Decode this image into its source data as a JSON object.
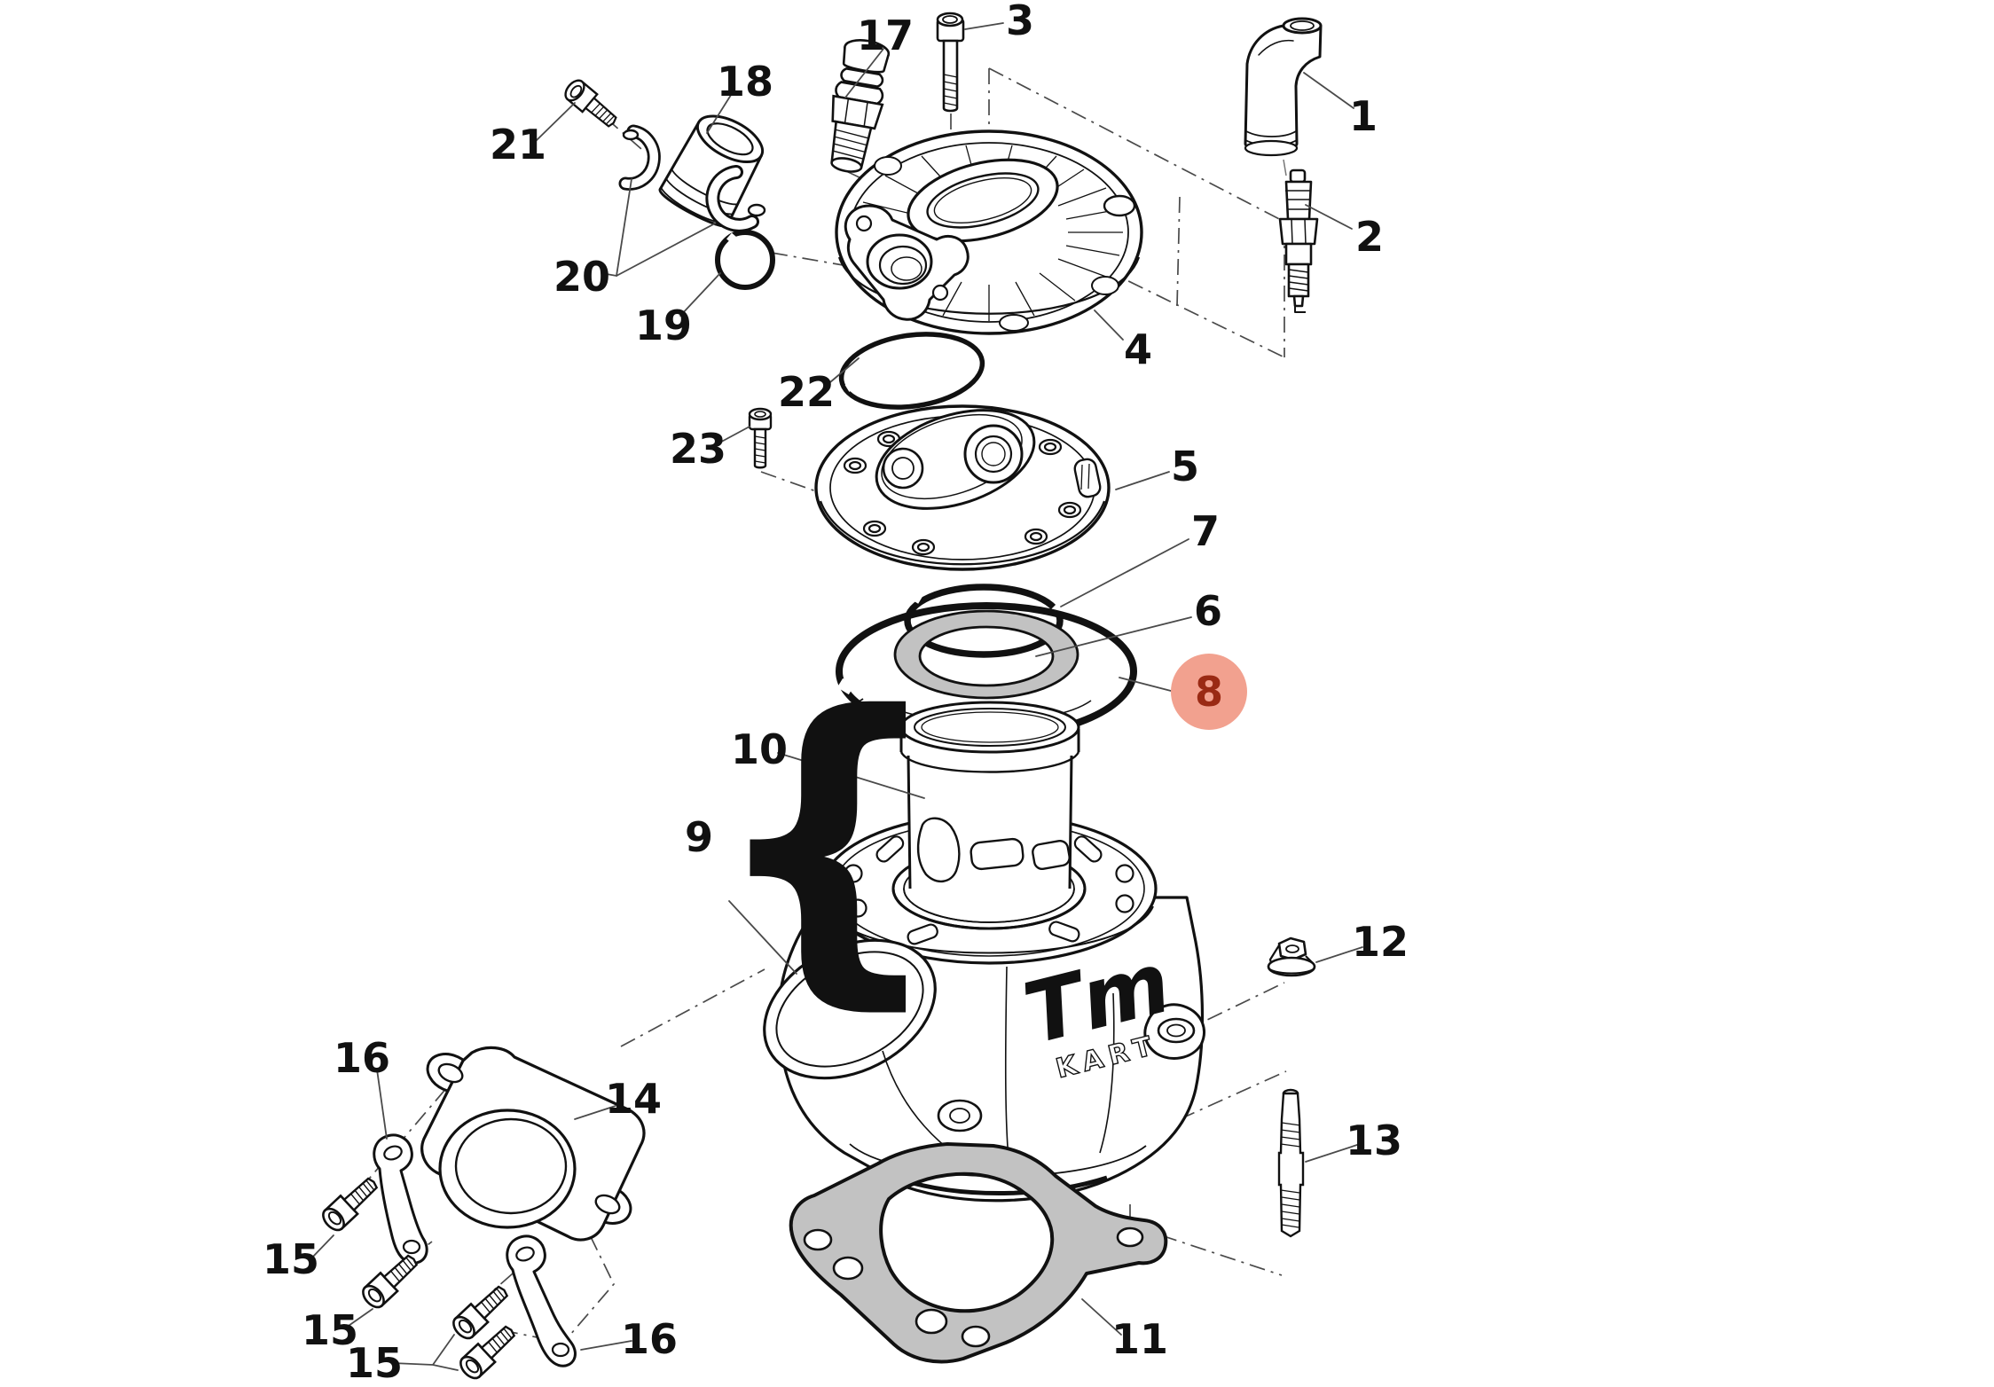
{
  "figure": {
    "type": "exploded-parts-diagram",
    "subject": "kart engine cylinder and head assembly"
  },
  "colors": {
    "line": "#111111",
    "leader": "#4a4a4a",
    "gasket_gray": "#c2c2c2",
    "highlight_bg": "#f2a18f",
    "highlight_text": "#9a2a14",
    "label_text": "#111111"
  },
  "brand": {
    "logo": "Tm",
    "sub": "KART"
  },
  "brace": "{",
  "highlight": {
    "label": "8"
  },
  "labels": [
    {
      "text": "1",
      "part": "spark-plug-cap"
    },
    {
      "text": "2",
      "part": "spark-plug"
    },
    {
      "text": "3",
      "part": "head-cover-bolt"
    },
    {
      "text": "17",
      "part": "sensor-fitting"
    },
    {
      "text": "18",
      "part": "water-union"
    },
    {
      "text": "21",
      "part": "union-clamp-bolt"
    },
    {
      "text": "20",
      "part": "union-retainer-brackets"
    },
    {
      "text": "19",
      "part": "union-o-ring"
    },
    {
      "text": "4",
      "part": "cylinder-head-cover"
    },
    {
      "text": "22",
      "part": "head-cover-o-ring"
    },
    {
      "text": "23",
      "part": "insert-bolt"
    },
    {
      "text": "5",
      "part": "combustion-chamber-insert"
    },
    {
      "text": "7",
      "part": "insert-o-ring"
    },
    {
      "text": "6",
      "part": "head-gasket-ring"
    },
    {
      "text": "8",
      "part": "shim-ring",
      "highlighted": true
    },
    {
      "text": "10",
      "part": "cylinder-liner"
    },
    {
      "text": "9",
      "part": "cylinder-assembly"
    },
    {
      "text": "12",
      "part": "flange-nut"
    },
    {
      "text": "13",
      "part": "stud"
    },
    {
      "text": "14",
      "part": "exhaust-flange"
    },
    {
      "text": "16",
      "part": "exhaust-bracket-upper"
    },
    {
      "text": "16",
      "part": "exhaust-bracket-lower"
    },
    {
      "text": "15",
      "part": "bracket-bolt-1"
    },
    {
      "text": "15",
      "part": "bracket-bolt-2"
    },
    {
      "text": "15",
      "part": "bracket-bolts-3-4"
    },
    {
      "text": "11",
      "part": "base-gasket"
    }
  ]
}
